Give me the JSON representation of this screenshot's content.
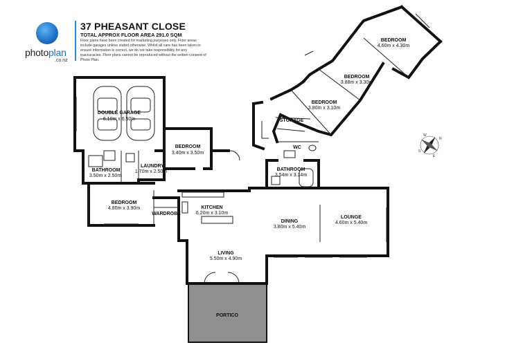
{
  "header": {
    "title": "37 PHEASANT CLOSE",
    "subtitle": "TOTAL APPROX FLOOR AREA 291.0 SQM",
    "disclaimer": "Floor plans have been created for marketing purposes only. Floor areas include garages unless stated otherwise. Whilst all care has been taken to ensure information is correct, we do not take responsibility for any inaccuracies. Floor plans cannot be reproduced without the written consent of Photo Plan."
  },
  "brand": {
    "word_photo": "photo",
    "word_plan": "plan",
    "domain": ".co.nz",
    "accent_color": "#1d6fc4"
  },
  "rooms": {
    "double_garage": {
      "label": "DOUBLE GARAGE",
      "dims": "6.10m x 6.50m"
    },
    "bedroom_mid": {
      "label": "BEDROOM",
      "dims": "3.40m x 3.50m"
    },
    "bathroom_left": {
      "label": "BATHROOM",
      "dims": "3.50m x 2.50m"
    },
    "laundry": {
      "label": "LAUNDRY",
      "dims": "1.70m x 2.50m"
    },
    "bedroom_left": {
      "label": "BEDROOM",
      "dims": "4.80m x 3.90m"
    },
    "wardrobe": {
      "label": "WARDROBE"
    },
    "kitchen": {
      "label": "KITCHEN",
      "dims": "6.20m x 3.10m"
    },
    "dining": {
      "label": "DINING",
      "dims": "3.80m x 5.40m"
    },
    "lounge": {
      "label": "LOUNGE",
      "dims": "4.60m x 5.40m"
    },
    "living": {
      "label": "LIVING",
      "dims": "5.50m x 4.90m"
    },
    "portico": {
      "label": "PORTICO"
    },
    "bathroom_right": {
      "label": "BATHROOM",
      "dims": "3.54m x 3.14m"
    },
    "wc": {
      "label": "WC"
    },
    "storage": {
      "label": "STORAGE"
    },
    "bedroom_w1": {
      "label": "BEDROOM",
      "dims": "3.80m x 3.10m"
    },
    "bedroom_w2": {
      "label": "BEDROOM",
      "dims": "3.88m x 3.30m"
    },
    "bedroom_w3": {
      "label": "BEDROOM",
      "dims": "4.60m x 4.30m"
    }
  },
  "compass": {
    "n": "N",
    "s": "S",
    "e": "E",
    "w": "W"
  },
  "colors": {
    "wall": "#111111",
    "portico_fill": "#8f8f8f",
    "garage_fill": "#ffffff"
  }
}
